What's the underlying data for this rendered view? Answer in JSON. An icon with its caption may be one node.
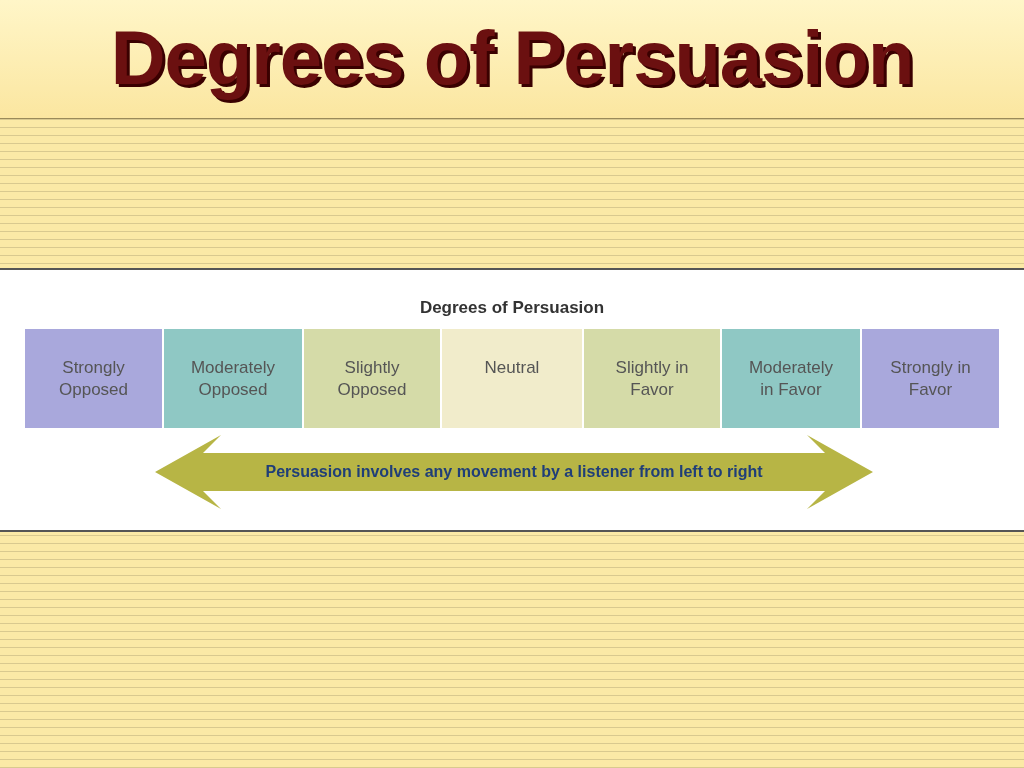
{
  "diagram": {
    "title": "Degrees of Persuasion",
    "nodes": [
      {
        "text": [
          "Strongly Opposed"
        ]
      },
      {
        "text": [
          "Moderately Opposed"
        ]
      },
      {
        "text": [
          "Slightly Opposed"
        ]
      },
      {
        "text": [
          "Neutral"
        ]
      },
      {
        "text": [
          "Slightly in Favor"
        ]
      },
      {
        "text": [
          "Moderately in Favor"
        ]
      },
      {
        "text": [
          "Strongly in Favor"
        ]
      },
      {
        "text": [
          "Persuasion involves any movement by a listener from left to right"
        ]
      }
    ],
    "labels": [
      "Degrees of Persuasion"
    ]
  }
}
